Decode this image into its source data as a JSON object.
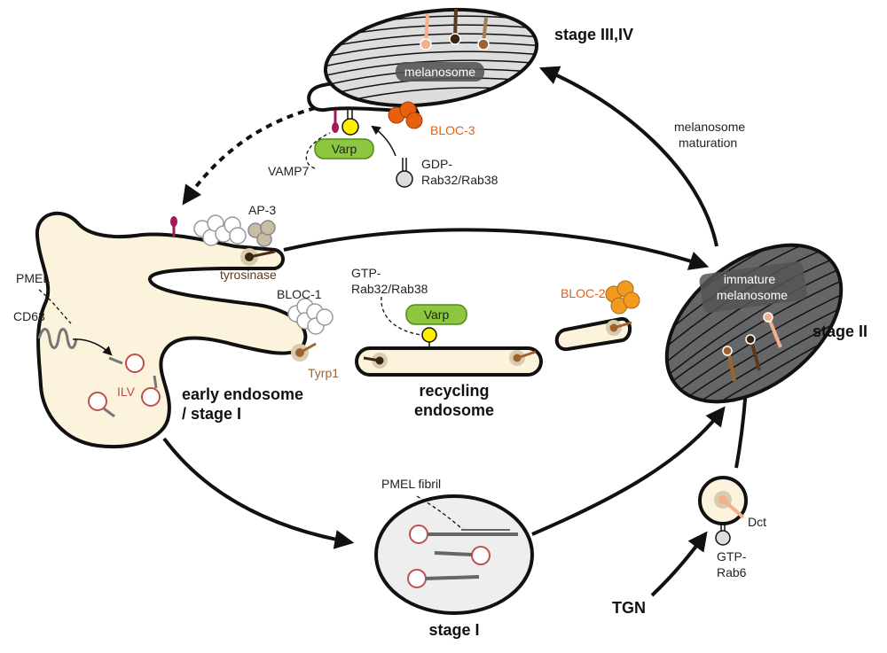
{
  "labels": {
    "stage_3_4": "stage III,IV",
    "melanosome": "melanosome",
    "bloc3": "BLOC-3",
    "varp_top": "Varp",
    "vamp7": "VAMP7",
    "gdp_rab_line1": "GDP-",
    "gdp_rab_line2": "Rab32/Rab38",
    "melanosome_maturation_line1": "melanosome",
    "melanosome_maturation_line2": "maturation",
    "ap3": "AP-3",
    "tyrosinase": "tyrosinase",
    "gtp_rab_line1": "GTP-",
    "gtp_rab_line2": "Rab32/Rab38",
    "varp_mid": "Varp",
    "bloc1": "BLOC-1",
    "tyrp1": "Tyrp1",
    "bloc2": "BLOC-2",
    "immature_line1": "immature",
    "immature_line2": "melanosome",
    "stage_2": "stage II",
    "pmel": "PMEL",
    "cd63": "CD63",
    "ilv": "ILV",
    "early_endosome_line1": "early endosome",
    "early_endosome_line2": "/ stage I",
    "recycling_line1": "recycling",
    "recycling_line2": "endosome",
    "pmel_fibril": "PMEL fibril",
    "stage_1": "stage I",
    "dct": "Dct",
    "gtp_rab6_line1": "GTP-",
    "gtp_rab6_line2": "Rab6",
    "tgn": "TGN"
  },
  "colors": {
    "endosome_fill": "#fcf3dc",
    "bloc3": "#e8600f",
    "bloc2": "#f29a1f",
    "varp": "#8dc63f",
    "rab_yellow": "#ffee00",
    "vamp7": "#a3195b",
    "tyrp1": "#a0632e",
    "ilv": "#c0504d"
  }
}
